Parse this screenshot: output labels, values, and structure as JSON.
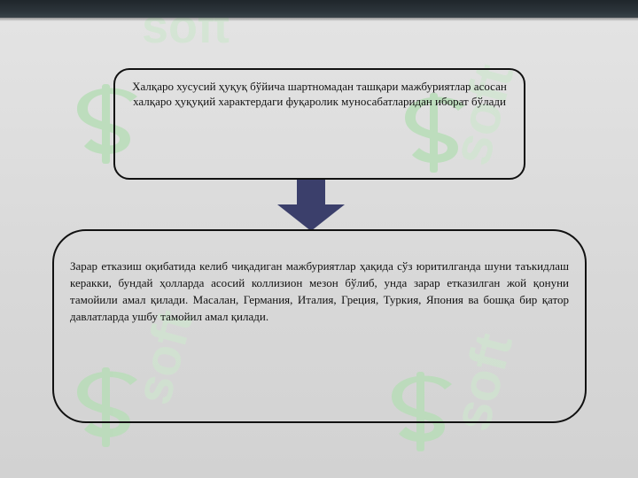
{
  "slide": {
    "background_color": "#dcdcdc",
    "top_bar_color": "#2a3237"
  },
  "diagram": {
    "top_box_text": "Халқаро хусусий ҳуқуқ бўйича шартномадан ташқари мажбуриятлар асосан халқаро ҳуқуқий характердаги фуқаролик муносабатларидан иборат бўлади",
    "bottom_box_text": "Зарар етказиш оқибатида келиб чиқадиган мажбуриятлар ҳақида сўз юритилганда шуни таъкидлаш керакки, бундай ҳолларда асосий коллизион мезон бўлиб, унда зарар етказилган жой қонуни тамойили амал қилади. Масалан, Германия, Италия, Греция, Туркия, Япония ва бошқа бир қатор давлатларда ушбу тамойил амал қилади.",
    "arrow_color": "#3b3f6b",
    "arrow_direction": "down"
  },
  "watermark": {
    "text": "soft",
    "icon": "dollar-s-logo-icon",
    "color": "#b8ddb8"
  }
}
